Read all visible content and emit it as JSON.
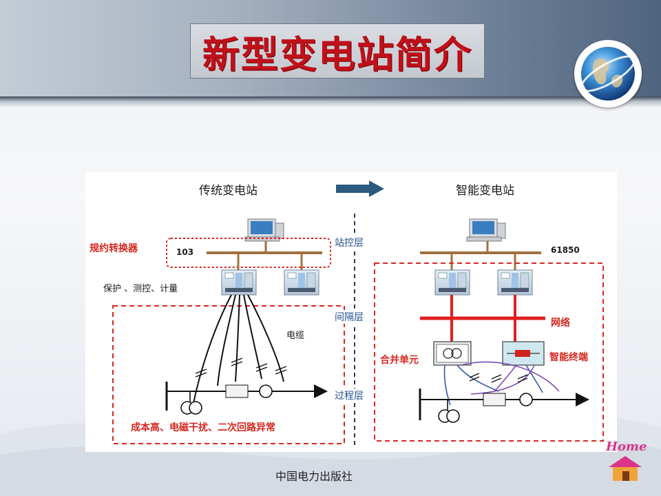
{
  "slide": {
    "title": "新型变电站简介",
    "footer": "中国电力出版社",
    "home_label": "Home"
  },
  "diagram": {
    "traditional_title": "传统变电站",
    "smart_title": "智能变电站",
    "layers": {
      "station": "站控层",
      "bay": "间隔层",
      "process": "过程层"
    },
    "traditional": {
      "protocol_converter": "规约转换器",
      "protocol": "103",
      "devices": "保护 、测控、计量",
      "cable": "电缆",
      "drawback": "成本高、电磁干扰、二次回路异常"
    },
    "smart": {
      "protocol": "61850",
      "network": "网络",
      "merging_unit": "合并单元",
      "smart_terminal": "智能终端"
    }
  },
  "colors": {
    "title_red": "#c0101a",
    "label_red": "#d7261e",
    "layer_blue": "#1f4e8c",
    "bus_brown": "#a0703e",
    "network_red": "#e02020",
    "arrow_blue": "#2a5a80"
  },
  "icons": {
    "globe": "globe-icon",
    "home": "home-icon",
    "computer": "computer-icon",
    "arrow": "arrow-right-icon"
  }
}
